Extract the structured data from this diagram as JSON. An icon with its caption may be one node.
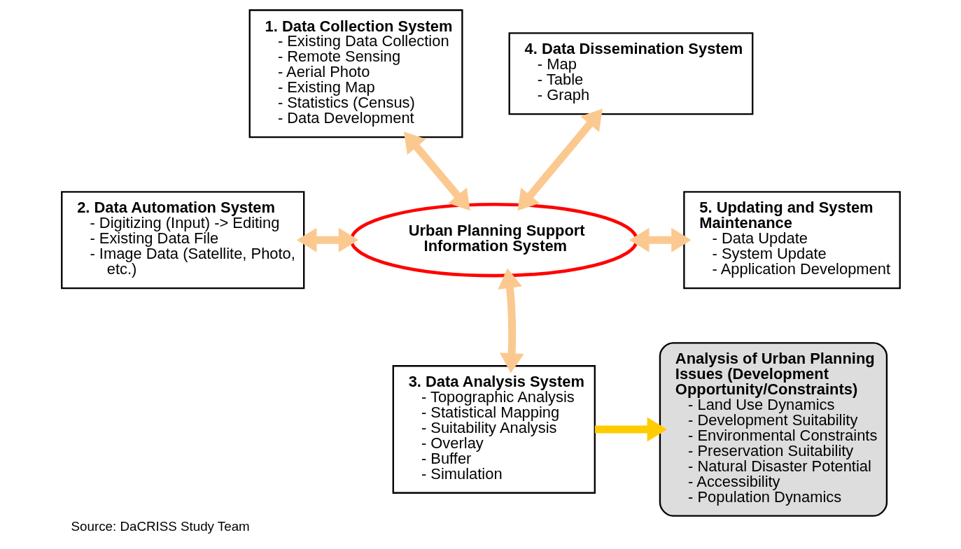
{
  "diagram": {
    "caption": "Source: DaCRISS Study Team",
    "nodes": [
      {
        "text": [
          "1. Data Collection System",
          "- Existing Data Collection",
          "- Remote Sensing",
          "- Aerial Photo",
          "- Existing Map",
          "- Statistics (Census)",
          "- Data Development"
        ]
      },
      {
        "text": [
          "4. Data Dissemination System",
          "- Map",
          "- Table",
          "- Graph"
        ]
      },
      {
        "text": [
          "2. Data Automation System",
          "- Digitizing (Input) -> Editing",
          "- Existing Data File",
          "- Image Data (Satellite, Photo, etc.)"
        ]
      },
      {
        "text": [
          "Urban Planning Support Information System"
        ]
      },
      {
        "text": [
          "5. Updating and System Maintenance",
          "- Data Update",
          "- System Update",
          "- Application Development"
        ]
      },
      {
        "text": [
          "3. Data Analysis System",
          "- Topographic Analysis",
          "- Statistical Mapping",
          "- Suitability Analysis",
          "- Overlay",
          "- Buffer",
          "- Simulation"
        ]
      },
      {
        "text": [
          "Analysis of Urban Planning Issues (Development Opportunity/Constraints)",
          "- Land Use Dynamics",
          "- Development Suitability",
          "- Environmental Constraints",
          "- Preservation Suitability",
          "- Natural Disaster Potential",
          "- Accessibility",
          "- Population Dynamics"
        ]
      }
    ],
    "edges": [
      {
        "from": 0,
        "to": 3,
        "arrow": "both"
      },
      {
        "from": 1,
        "to": 3,
        "arrow": "both"
      },
      {
        "from": 2,
        "to": 3,
        "arrow": "both"
      },
      {
        "from": 3,
        "to": 4,
        "arrow": "both"
      },
      {
        "from": 5,
        "to": 3,
        "arrow": "both"
      },
      {
        "from": 5,
        "to": 6,
        "arrow": "to",
        "color": "#ffcc00"
      }
    ]
  }
}
